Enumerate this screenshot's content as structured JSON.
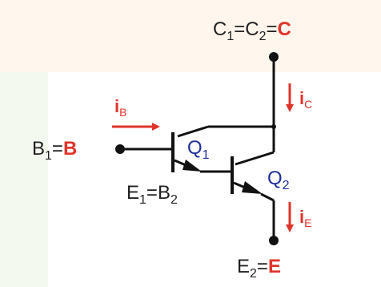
{
  "diagram": {
    "collector_label": {
      "lhs": "C",
      "lhs_sub1": "1",
      "eq1": "=",
      "mid": "C",
      "mid_sub": "2",
      "eq2": "=",
      "rhs": "C"
    },
    "base_label": {
      "lhs": "B",
      "lhs_sub": "1",
      "eq": "=",
      "rhs": "B"
    },
    "emitter1_label": {
      "lhs": "E",
      "lhs_sub": "1",
      "eq": "=",
      "rhs": "B",
      "rhs_sub": "2"
    },
    "emitter_label": {
      "lhs": "E",
      "lhs_sub": "2",
      "eq": "=",
      "rhs": "E"
    },
    "transistor1": {
      "letter": "Q",
      "sub": "1"
    },
    "transistor2": {
      "letter": "Q",
      "sub": "2"
    },
    "current_base": {
      "letter": "i",
      "sub": "B"
    },
    "current_collector": {
      "letter": "i",
      "sub": "C"
    },
    "current_emitter": {
      "letter": "i",
      "sub": "E"
    }
  },
  "colors": {
    "wire": "#111111",
    "current": "#e0342b",
    "terminal_bold": "#e0342b",
    "transistor_label": "#1f2f9a",
    "label_text": "#222222",
    "background_band": "#fff3e8",
    "background_band_left": "#f1f8ec"
  }
}
